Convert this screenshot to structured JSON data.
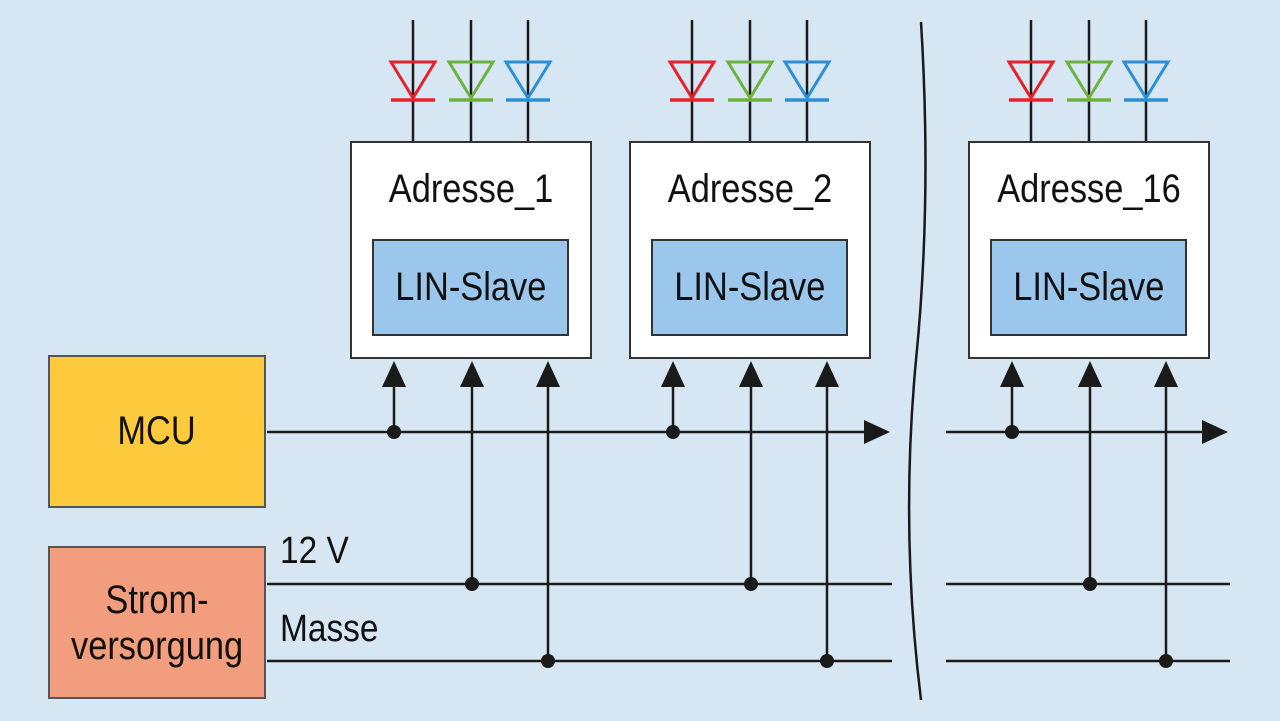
{
  "colors": {
    "background": "#d6e7f3",
    "line": "#1a1a1a",
    "node_fill": "#ffffff",
    "slave_fill": "#9cc7ec",
    "mcu_fill": "#fdc93d",
    "power_fill": "#f19d7e",
    "led_red": "#e8202a",
    "led_green": "#6cb33e",
    "led_blue": "#2b8fd6"
  },
  "nodes": [
    {
      "address": "Adresse_1",
      "module": "LIN-Slave",
      "leds": [
        "red",
        "green",
        "blue"
      ]
    },
    {
      "address": "Adresse_2",
      "module": "LIN-Slave",
      "leds": [
        "red",
        "green",
        "blue"
      ]
    },
    {
      "address": "Adresse_16",
      "module": "LIN-Slave",
      "leds": [
        "red",
        "green",
        "blue"
      ]
    }
  ],
  "mcu": {
    "label": "MCU"
  },
  "power_supply": {
    "line1": "Strom-",
    "line2": "versorgung"
  },
  "rails": {
    "supply_label": "12 V",
    "ground_label": "Masse"
  },
  "icons": [
    "led-icon",
    "arrow-icon",
    "junction-dot-icon",
    "break-mark-icon"
  ]
}
